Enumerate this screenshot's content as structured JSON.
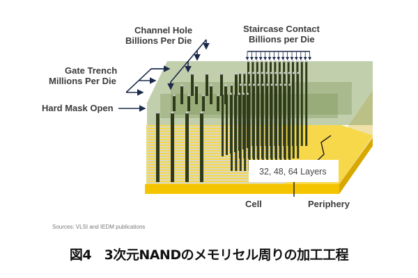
{
  "labels": {
    "channel_hole": [
      "Channel Hole",
      "Billions Per Die"
    ],
    "staircase_contact": [
      "Staircase Contact",
      "Billions per Die"
    ],
    "gate_trench": [
      "Gate Trench",
      "Millions Per Die"
    ],
    "hard_mask_open": "Hard Mask Open",
    "layers": "32, 48, 64 Layers",
    "cell": "Cell",
    "periphery": "Periphery"
  },
  "sources": "Sources: VLSI and IEDM publications",
  "caption": "図4　3次元NANDのメモリセル周りの加工工程",
  "colors": {
    "green": "#8fa86a",
    "yellow": "#f5c400",
    "stripe": "#f3e3a0",
    "pillar": "#2e3a1a",
    "arrow": "#1b2a4a"
  }
}
